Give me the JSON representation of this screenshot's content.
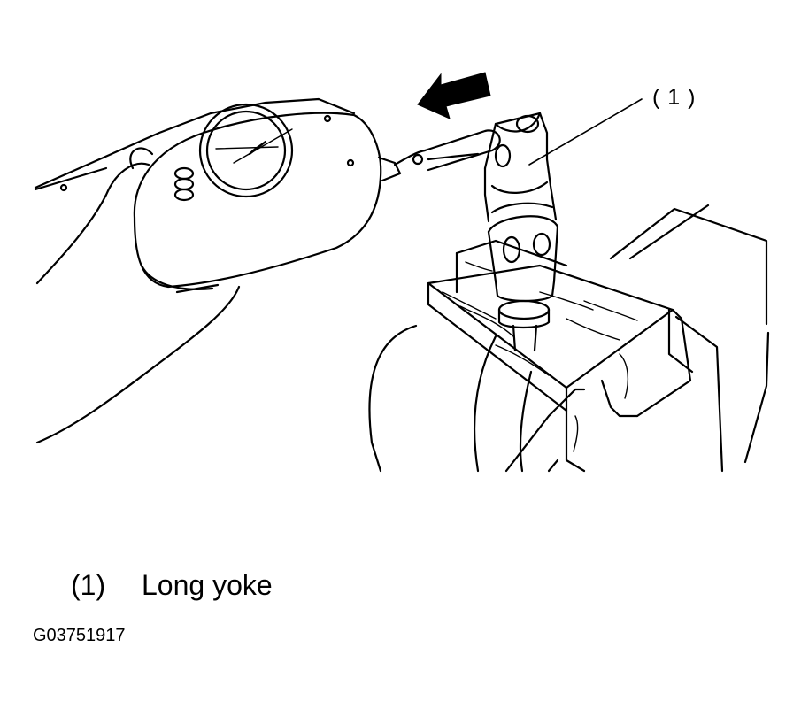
{
  "figure": {
    "callout_label": "( 1 )",
    "legend": {
      "number": "(1)",
      "text": "Long yoke"
    },
    "figure_id": "G03751917"
  },
  "icons": [
    "spring-scale-icon",
    "pull-direction-arrow-icon",
    "universal-joint-icon",
    "vise-icon",
    "wood-block-icon"
  ]
}
